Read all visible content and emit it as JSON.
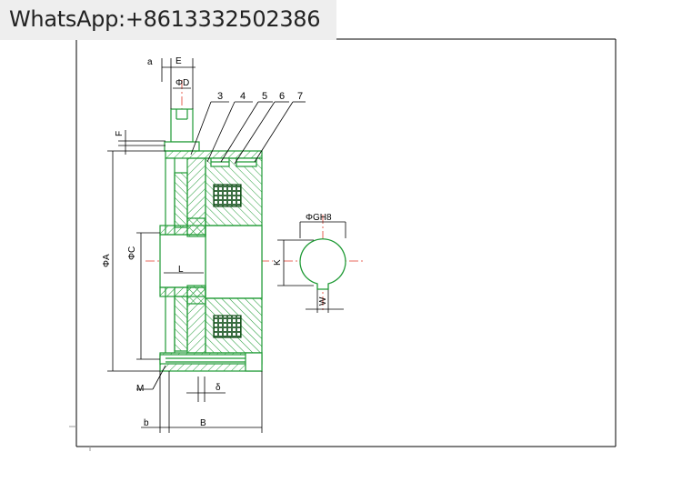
{
  "banner": {
    "contact": "WhatsApp:+8613332502386"
  },
  "part_numbers": [
    "3",
    "4",
    "5",
    "6",
    "7"
  ],
  "dimensions": {
    "a": "a",
    "E": "E",
    "D": "ΦD",
    "F": "F",
    "A": "ΦA",
    "C": "ΦC",
    "L": "L",
    "M": "M",
    "delta": "δ",
    "b": "b",
    "B": "B",
    "GH8": "ΦGH8",
    "K": "K",
    "W": "W"
  },
  "colors": {
    "part": "#1f9a35",
    "center_line": "#e23a2a",
    "frame": "#000000",
    "coil": "#0a4a12",
    "banner_bg": "#eeeeee"
  }
}
